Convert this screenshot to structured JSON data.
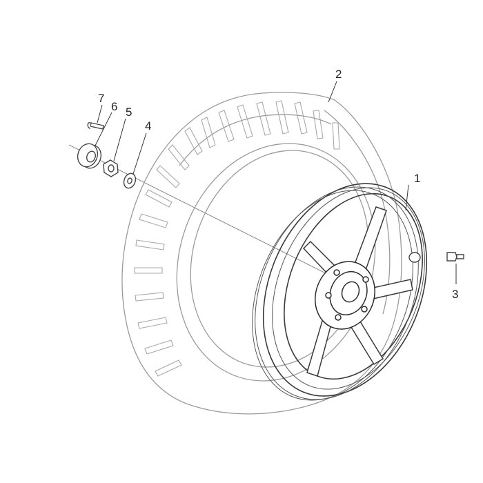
{
  "callouts": [
    {
      "id": "1",
      "label": "1"
    },
    {
      "id": "2",
      "label": "2"
    },
    {
      "id": "3",
      "label": "3"
    },
    {
      "id": "4",
      "label": "4"
    },
    {
      "id": "5",
      "label": "5"
    },
    {
      "id": "6",
      "label": "6"
    },
    {
      "id": "7",
      "label": "7"
    }
  ],
  "colors": {
    "line": "#333333",
    "tire": "#9a9a9a",
    "background": "#ffffff"
  }
}
